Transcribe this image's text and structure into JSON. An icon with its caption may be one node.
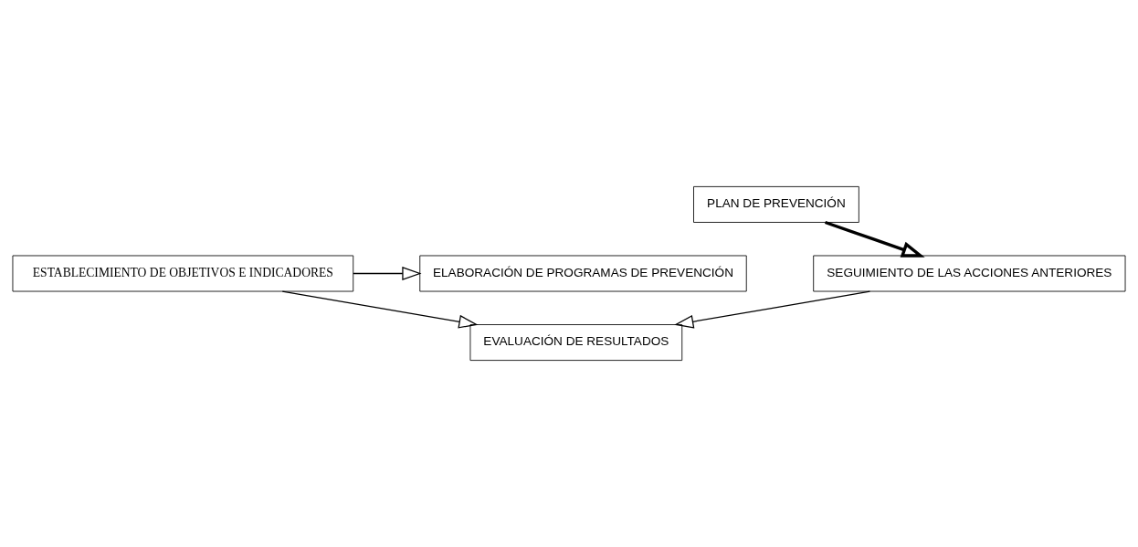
{
  "diagram": {
    "nodes": [
      {
        "text": [
          "ESTABLECIMIENTO DE OBJETIVOS E INDICADORES"
        ]
      },
      {
        "text": [
          "PLAN DE PREVENCIÓN"
        ]
      },
      {
        "text": [
          "ELABORACIÓN DE PROGRAMAS DE PREVENCIÓN"
        ]
      },
      {
        "text": [
          "SEGUIMIENTO DE LAS ACCIONES ANTERIORES"
        ]
      },
      {
        "text": [
          "EVALUACIÓN DE RESULTADOS"
        ]
      }
    ],
    "edges": [
      {
        "from": 0,
        "to": 2,
        "arrow": "to"
      },
      {
        "from": 0,
        "to": 4,
        "arrow": "to"
      },
      {
        "from": 1,
        "to": 3,
        "arrow": "to",
        "style": "thick"
      },
      {
        "from": 3,
        "to": 4,
        "arrow": "to"
      }
    ]
  }
}
